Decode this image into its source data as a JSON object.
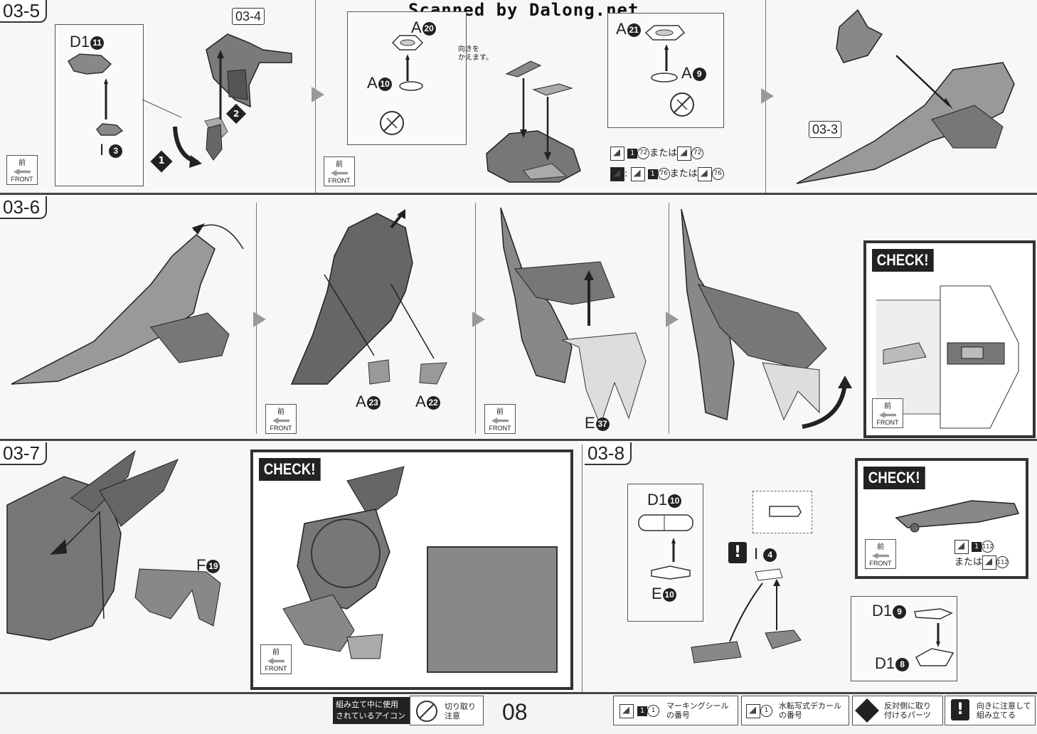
{
  "watermark": "Scanned by Dalong.net",
  "steps": {
    "s035": {
      "label": "03-5"
    },
    "s034": {
      "label": "03-4"
    },
    "s033": {
      "label": "03-3"
    },
    "s036": {
      "label": "03-6"
    },
    "s037": {
      "label": "03-7"
    },
    "s038": {
      "label": "03-8"
    }
  },
  "front": {
    "kanji": "前",
    "text": "FRONT"
  },
  "parts": {
    "d1_11": {
      "code": "D1",
      "num": "11"
    },
    "i_3": {
      "code": "I",
      "num": "3"
    },
    "a20": {
      "code": "A",
      "num": "20"
    },
    "a10": {
      "code": "A",
      "num": "10"
    },
    "a21": {
      "code": "A",
      "num": "21"
    },
    "a9": {
      "code": "A",
      "num": "9"
    },
    "a23": {
      "code": "A",
      "num": "23"
    },
    "a22": {
      "code": "A",
      "num": "22"
    },
    "e37": {
      "code": "E",
      "num": "37"
    },
    "f19": {
      "code": "F",
      "num": "19"
    },
    "d1_10": {
      "code": "D1",
      "num": "10"
    },
    "e10": {
      "code": "E",
      "num": "10"
    },
    "i_4": {
      "code": "I",
      "num": "4"
    },
    "d1_9": {
      "code": "D1",
      "num": "9"
    },
    "d1_8": {
      "code": "D1",
      "num": "8"
    }
  },
  "callouts": {
    "step1": "1",
    "step2": "2"
  },
  "orientation_note": [
    "向きを",
    "かえます。"
  ],
  "decals": {
    "row1": {
      "num": "72",
      "or": "または"
    },
    "row2": {
      "num": "76",
      "or": "または"
    },
    "check3": {
      "num": "112",
      "or": "または"
    }
  },
  "check_label": "CHECK!",
  "footer": {
    "icons_title": [
      "組み立て中に使用",
      "されているアイコン"
    ],
    "cut_note": [
      "切り取り",
      "注意"
    ],
    "page": "08",
    "legend": [
      {
        "lines": [
          "マーキングシール",
          "の番号"
        ]
      },
      {
        "lines": [
          "水転写式デカール",
          "の番号"
        ]
      },
      {
        "lines": [
          "反対側に取り",
          "付けるパーツ"
        ]
      },
      {
        "lines": [
          "向きに注意して",
          "組み立てる"
        ]
      }
    ]
  }
}
